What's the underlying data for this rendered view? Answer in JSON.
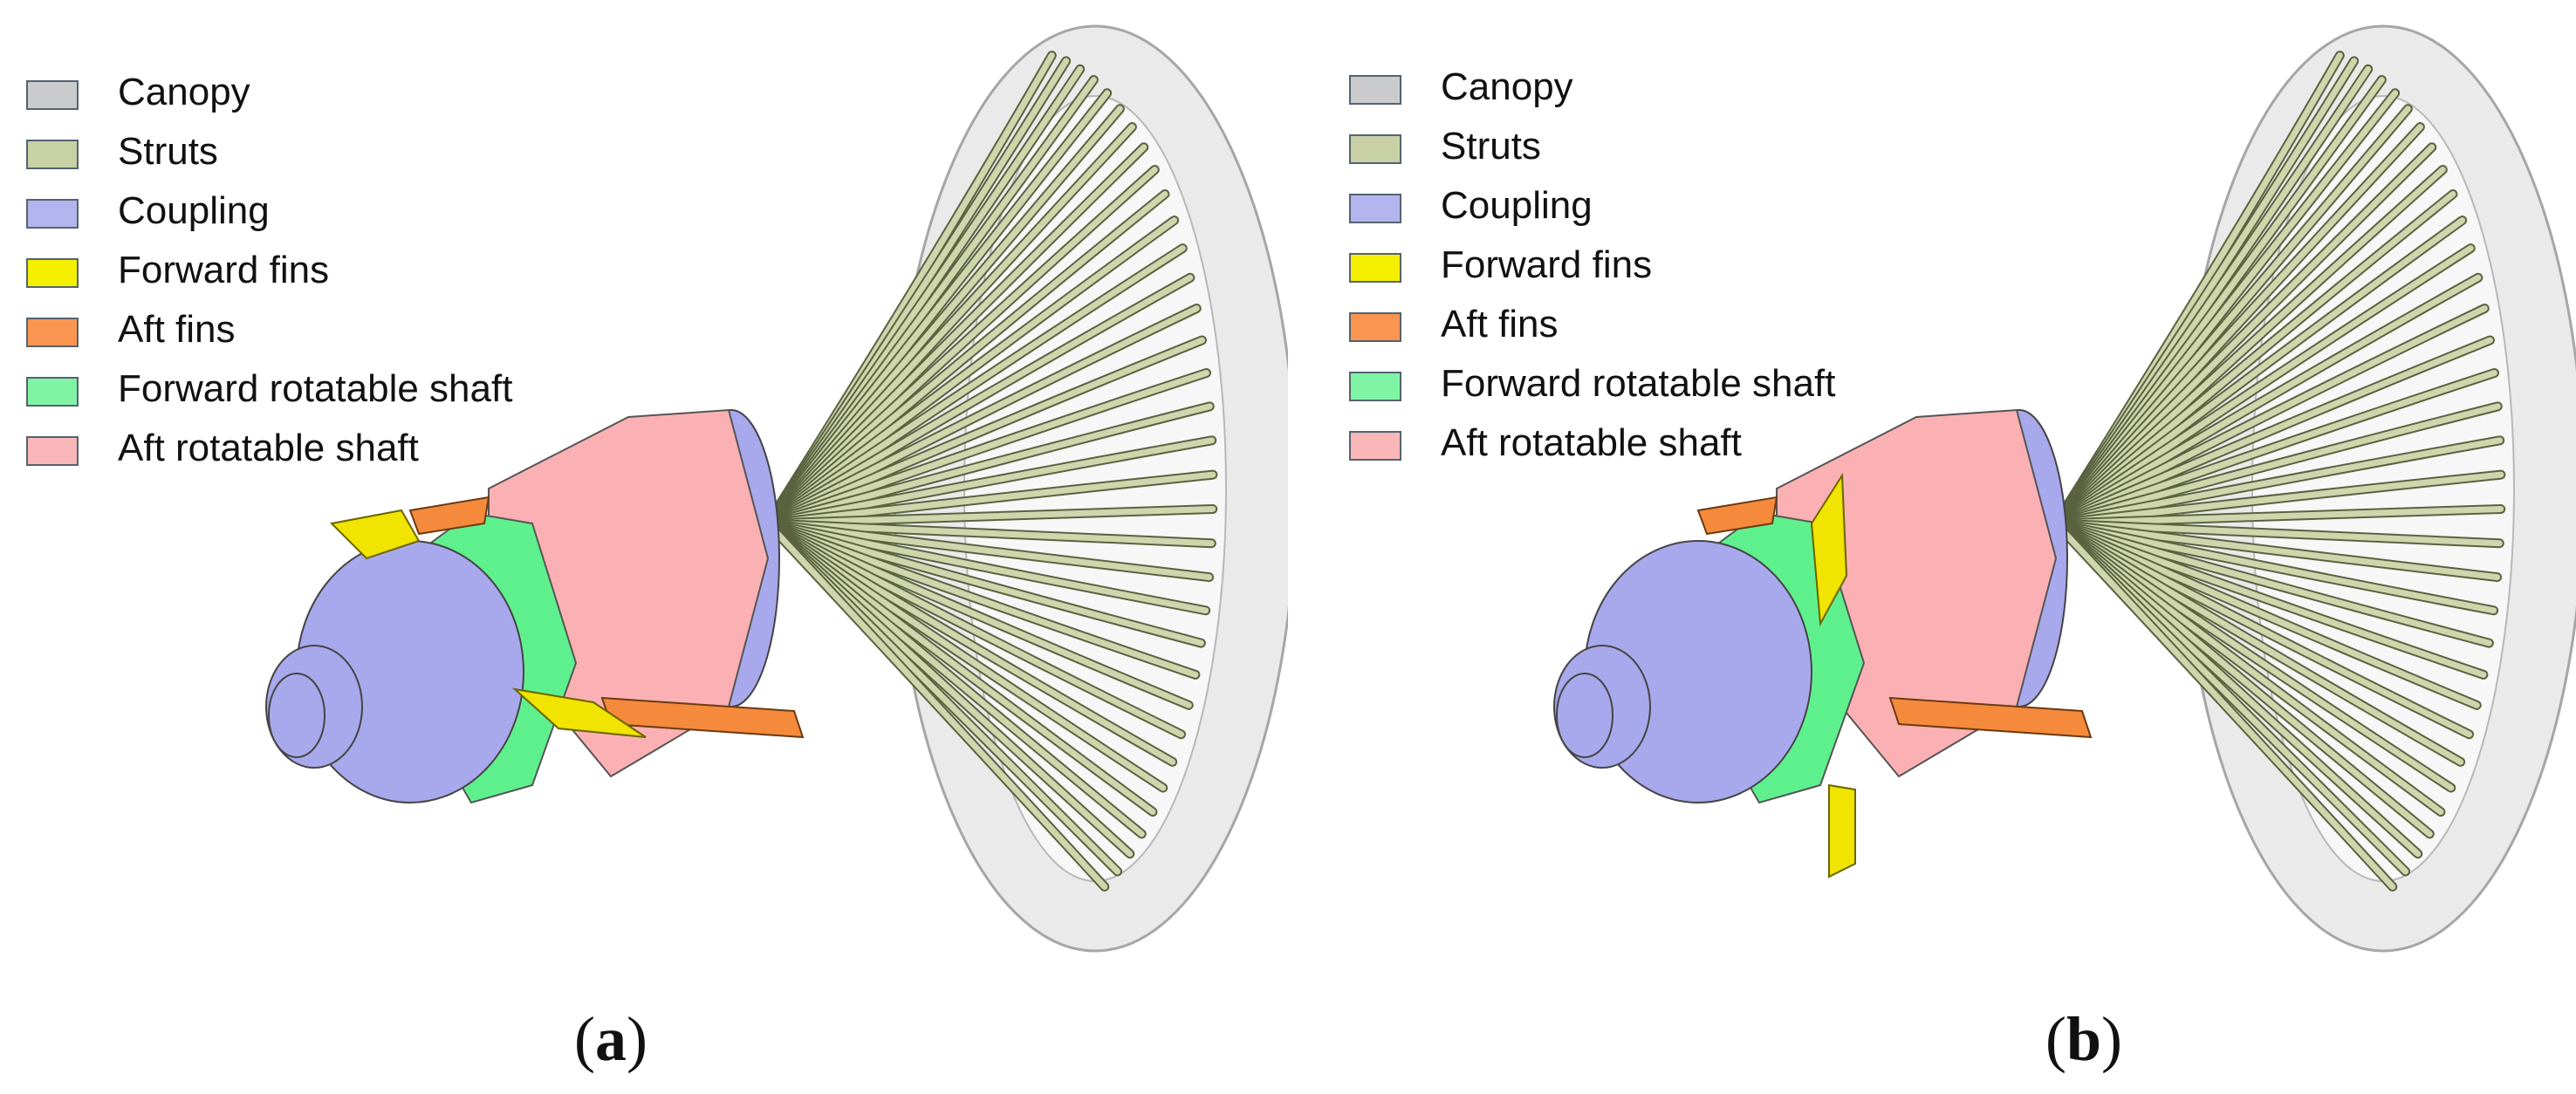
{
  "legend": {
    "items": [
      {
        "label": "Canopy",
        "color": "#c9cbcd"
      },
      {
        "label": "Struts",
        "color": "#c8d0a6"
      },
      {
        "label": "Coupling",
        "color": "#b4b4ee"
      },
      {
        "label": "Forward fins",
        "color": "#f4f000"
      },
      {
        "label": "Aft fins",
        "color": "#f99550"
      },
      {
        "label": "Forward rotatable shaft",
        "color": "#7ff4a4"
      },
      {
        "label": "Aft rotatable shaft",
        "color": "#f9b7b9"
      }
    ]
  },
  "panels": [
    {
      "caption_open": "(",
      "caption_letter": "a",
      "caption_close": ")"
    },
    {
      "caption_open": "(",
      "caption_letter": "b",
      "caption_close": ")"
    }
  ],
  "colors": {
    "canopy": "#d8d8d8",
    "struts": "#cfd6ae",
    "strut_edge": "#5a6240",
    "coupling": "#a8a8ec",
    "forward_fins": "#f0e400",
    "aft_fins": "#f58a3c",
    "forward_shaft": "#5ff08e",
    "aft_shaft": "#fbb1b3"
  }
}
